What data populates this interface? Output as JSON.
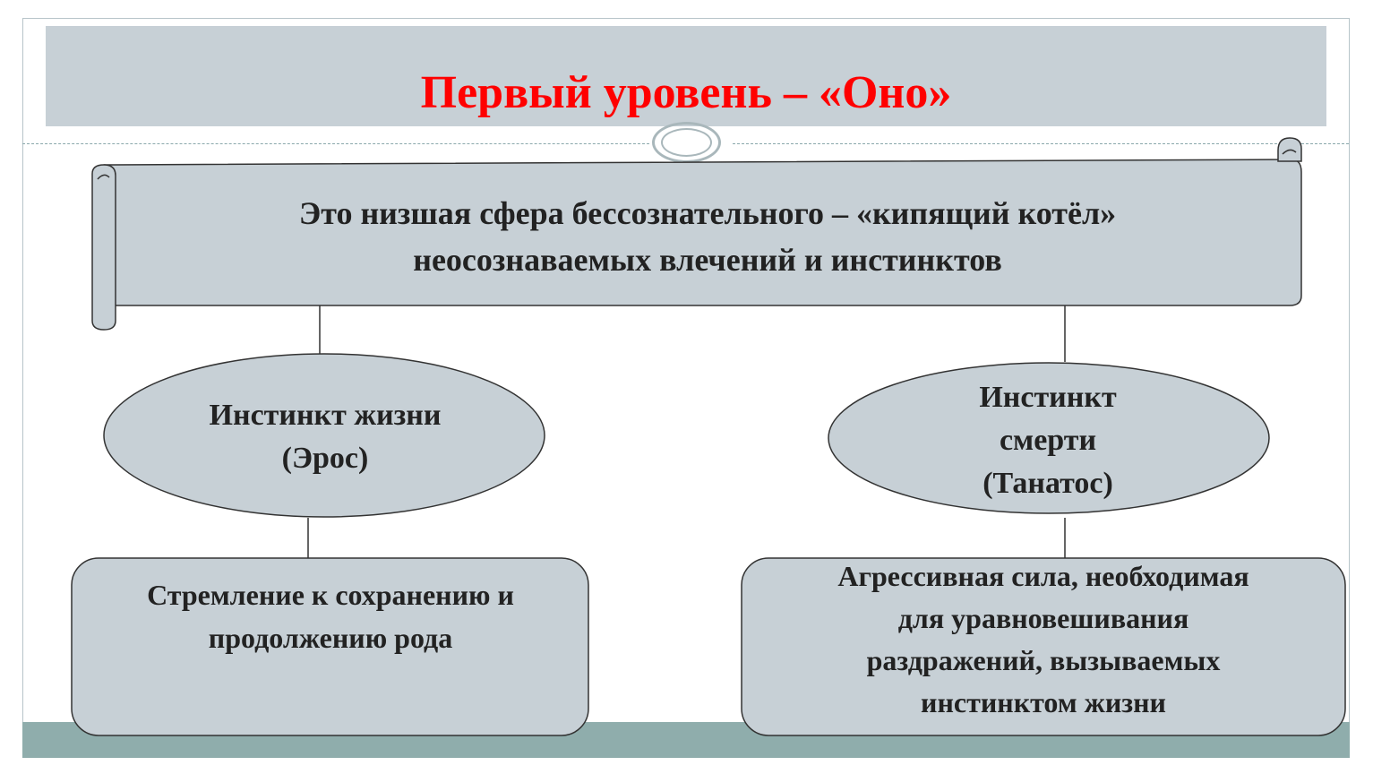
{
  "title": "Первый уровень – «Оно»",
  "definition": {
    "line1": "Это низшая сфера бессознательного – «кипящий котёл»",
    "line2": "неосознаваемых влечений и инстинктов"
  },
  "eros": {
    "line1": "Инстинкт жизни",
    "line2": "(Эрос)"
  },
  "thanatos": {
    "line1": "Инстинкт",
    "line2": "смерти",
    "line3": "(Танатос)"
  },
  "eros_description": {
    "line1": "Стремление к сохранению и",
    "line2": "продолжению  рода"
  },
  "thanatos_description": {
    "line1": "Агрессивная сила, необходимая",
    "line2": "для уравновешивания",
    "line3": "раздражений, вызываемых",
    "line4": "инстинктом жизни"
  },
  "colors": {
    "title": "#ff0000",
    "shape_fill": "#c7d0d6",
    "band": "#c7d0d6",
    "bottom_band": "#8fadac",
    "text": "#222222"
  }
}
